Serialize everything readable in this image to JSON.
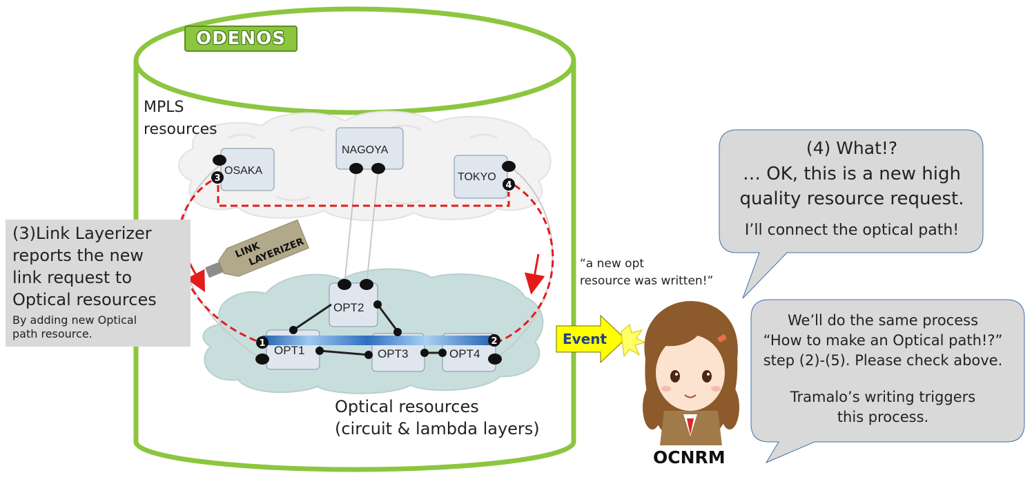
{
  "title": "ODENOS",
  "mpls_label": "MPLS\nresources",
  "mpls_nodes": [
    "OSAKA",
    "NAGOYA",
    "TOKYO"
  ],
  "optical_nodes": [
    "OPT1",
    "OPT2",
    "OPT3",
    "OPT4"
  ],
  "port_markers": [
    "1",
    "2",
    "3",
    "4"
  ],
  "optical_label": "Optical resources\n(circuit & lambda layers)",
  "layerizer_label": "LINK\nLAYERIZER",
  "step_box": {
    "main": "(3)Link Layerizer\nreports the new\nlink request to\nOptical resources",
    "sub": "By adding new Optical\npath resource."
  },
  "event_label": "Event",
  "event_quote": "“a new opt\nresource was written!”",
  "bubble_top": {
    "line1": "(4) What!?",
    "line2": "… OK, this is a new high",
    "line3": "quality resource request.",
    "line4": "I’ll connect the optical path!"
  },
  "bubble_bottom": {
    "line1": "We’ll do the same process",
    "line2": "“How to make an Optical path!?”",
    "line3": "step (2)-(5). Please check above.",
    "line4": "Tramalo’s writing triggers",
    "line5": "this process."
  },
  "agent_name": "OCNRM",
  "colors": {
    "cylinder": "#8cc63f",
    "mpls_cloud": "#f2f2f2",
    "optical_cloud": "#c8dedd",
    "node_fill": "#dfe6ee",
    "dashed_link": "#e31b1b",
    "lambda_path": "#2f6fbf",
    "event_arrow": "#ffff00",
    "bubble_fill": "#d9d9d9",
    "bubble_border": "#3f6fa8"
  }
}
